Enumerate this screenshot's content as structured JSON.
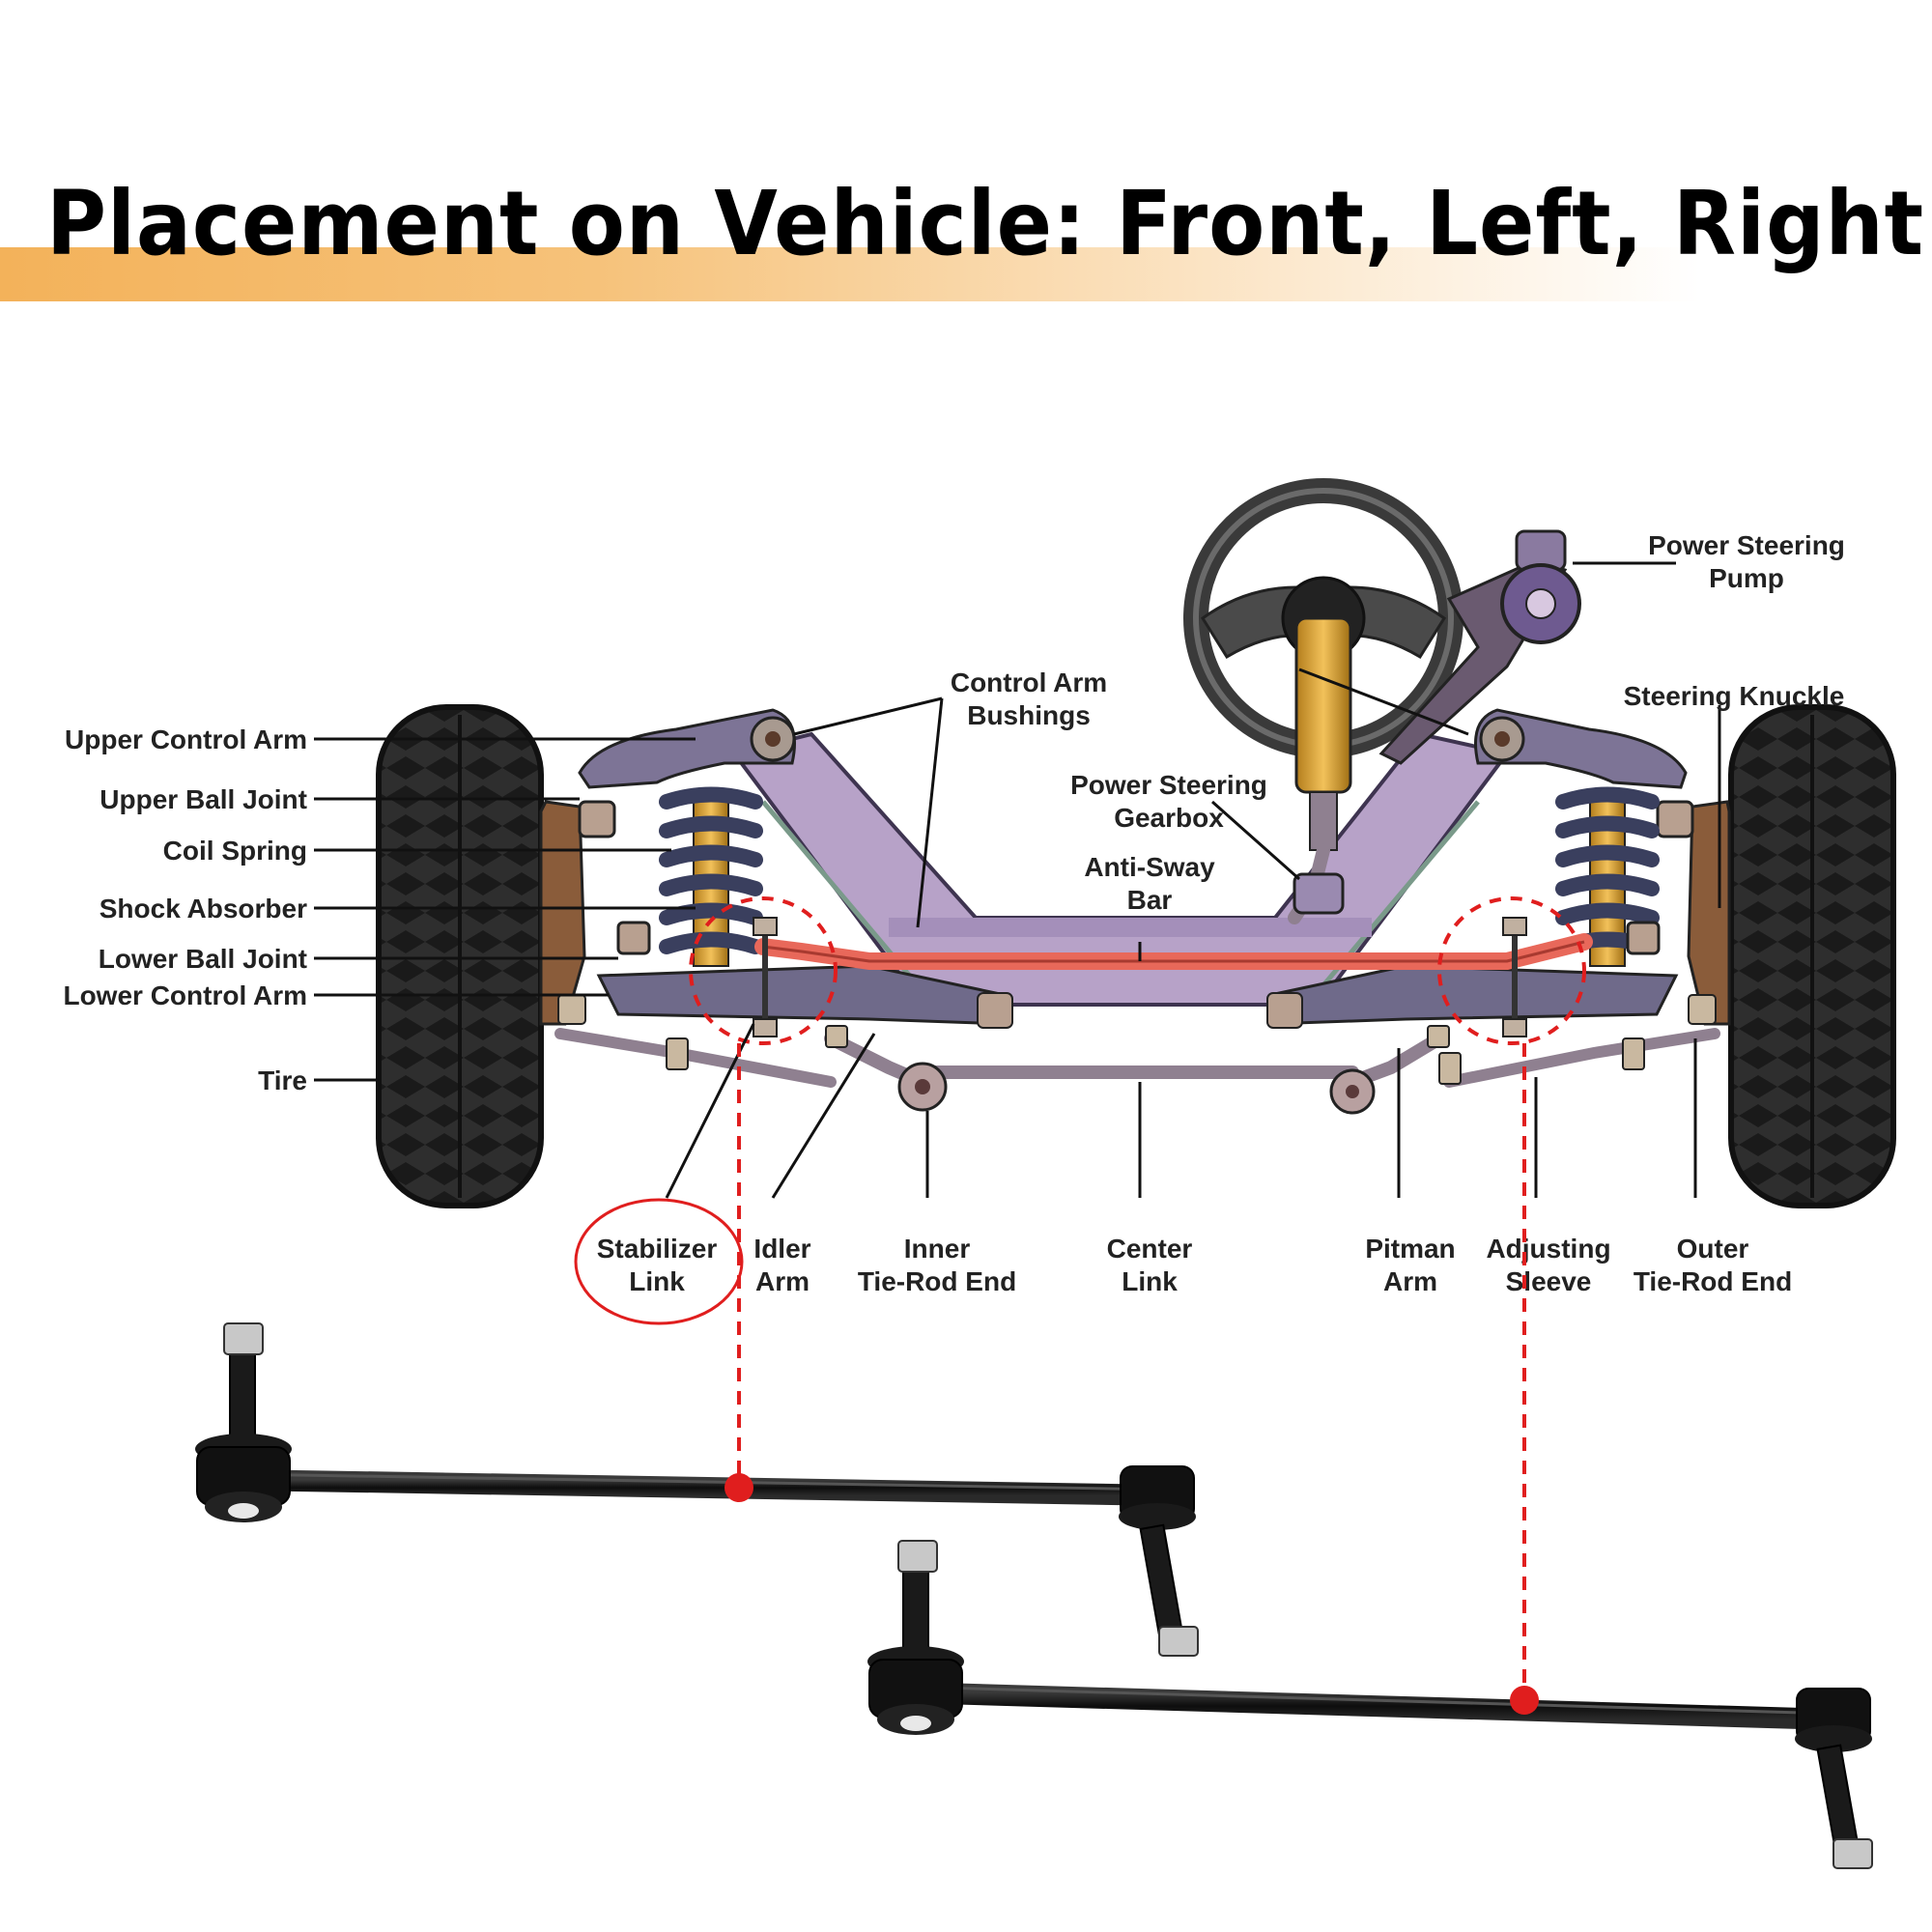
{
  "title": "Placement on Vehicle: Front, Left, Right",
  "labels": {
    "upper_control_arm": "Upper Control Arm",
    "upper_ball_joint": "Upper Ball Joint",
    "coil_spring": "Coil Spring",
    "shock_absorber": "Shock Absorber",
    "lower_ball_joint": "Lower Ball Joint",
    "lower_control_arm": "Lower Control Arm",
    "tire": "Tire",
    "control_arm_bushings": [
      "Control Arm",
      "Bushings"
    ],
    "power_steering_gearbox": [
      "Power Steering",
      "Gearbox"
    ],
    "anti_sway_bar": [
      "Anti-Sway",
      "Bar"
    ],
    "power_steering_pump": [
      "Power Steering",
      "Pump"
    ],
    "steering_knuckle": "Steering Knuckle",
    "stabilizer_link": [
      "Stabilizer",
      "Link"
    ],
    "idler_arm": [
      "Idler",
      "Arm"
    ],
    "inner_tie_rod_end": [
      "Inner",
      "Tie-Rod End"
    ],
    "center_link": [
      "Center",
      "Link"
    ],
    "pitman_arm": [
      "Pitman",
      "Arm"
    ],
    "adjusting_sleeve": [
      "Adjusting",
      "Sleeve"
    ],
    "outer_tie_rod_end": [
      "Outer",
      "Tie-Rod End"
    ]
  },
  "colors": {
    "frame": "#b7a2c8",
    "frame_edge": "#3e3450",
    "anti_sway_bar": "#e8685a",
    "highlight": "#e01e1e",
    "title_band": "#f3b25a",
    "spring": "#3a3f5e",
    "shock": "#f0a21e",
    "tire": "#2a2a2a",
    "arm": "#9a8fb4",
    "link_part": "#111111"
  }
}
